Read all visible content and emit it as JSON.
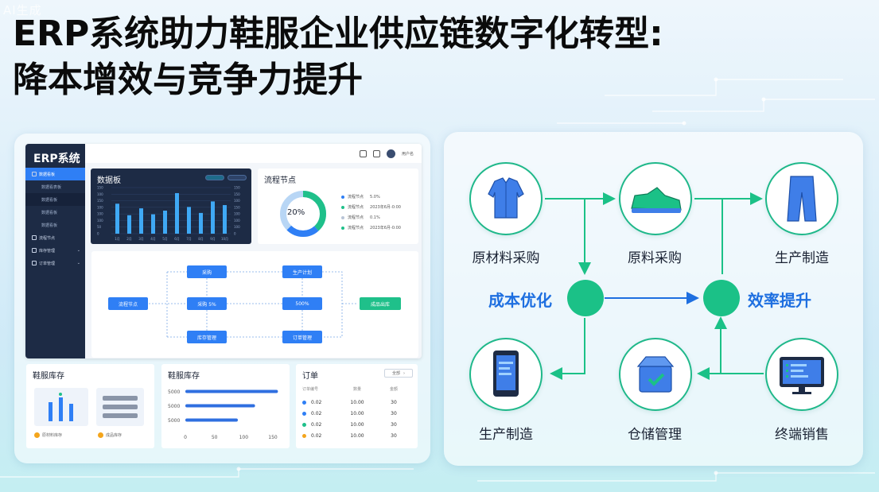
{
  "watermark": "AI生成",
  "title": {
    "line1": "ERP系统助力鞋服企业供应链数字化转型:",
    "line2": "降本增效与竞争力提升"
  },
  "erp": {
    "logo": "ERP系统",
    "sidebar": [
      {
        "label": "数据看板",
        "active": true
      },
      {
        "label": "数据看表板",
        "sub": true
      },
      {
        "label": "数据看板",
        "subsel": true
      },
      {
        "label": "数据看板",
        "sub": true
      },
      {
        "label": "数据看板",
        "sub": true
      },
      {
        "label": "流程节点"
      },
      {
        "label": "库存管理"
      },
      {
        "label": "订单管理"
      }
    ],
    "user": "用户名",
    "dashboard": {
      "title": "数据板",
      "bar_values": [
        65,
        40,
        55,
        42,
        50,
        88,
        58,
        45,
        70,
        62
      ],
      "bar_color": "#3fa9f5",
      "yticks_left": [
        "150",
        "100",
        "150",
        "100",
        "100",
        "100",
        "50",
        "0"
      ],
      "yticks_right": [
        "150",
        "150",
        "100",
        "150",
        "100",
        "100",
        "100",
        "0"
      ],
      "xticks": [
        "1月",
        "2月",
        "3月",
        "4月",
        "5月",
        "6月",
        "7月",
        "8月",
        "9月",
        "10月"
      ]
    },
    "flow_node": {
      "title": "流程节点",
      "percent": "20%",
      "legend": [
        {
          "label": "流程节点",
          "value": "5.0%",
          "color": "#2f7ff5"
        },
        {
          "label": "流程节点",
          "value": "2023年6月-0:00",
          "color": "#1fc08a"
        },
        {
          "label": "流程节点",
          "value": "0.1%",
          "color": "#b8c4d6"
        },
        {
          "label": "流程节点",
          "value": "2023年6月-0:00",
          "color": "#1fc08a"
        }
      ]
    },
    "process": {
      "start": "流程节点",
      "col1": [
        "采购",
        "采购 5%",
        "库存管理"
      ],
      "col2": [
        "生产计划",
        "500%",
        "订单管理"
      ],
      "end": "成品出库"
    },
    "inventory1": {
      "title": "鞋服库存",
      "footer1": "原材料库存",
      "footer2": "成品库存"
    },
    "inventory2": {
      "title": "鞋服库存",
      "rows": [
        {
          "label": "5000",
          "value": 0.97
        },
        {
          "label": "5000",
          "value": 0.73
        },
        {
          "label": "5000",
          "value": 0.55
        }
      ],
      "xticks": [
        "0",
        "50",
        "100",
        "150"
      ]
    },
    "orders": {
      "title": "订单",
      "button": "全部",
      "headers": [
        "订单编号",
        "数量",
        "金额"
      ],
      "rows": [
        {
          "id": "0.02",
          "qty": "10.00",
          "amount": "30",
          "color": "#2f7ff5"
        },
        {
          "id": "0.02",
          "qty": "10.00",
          "amount": "30",
          "color": "#2f7ff5"
        },
        {
          "id": "0.02",
          "qty": "10.00",
          "amount": "30",
          "color": "#1fc08a"
        },
        {
          "id": "0.02",
          "qty": "10.00",
          "amount": "30",
          "color": "#f4a51c"
        }
      ]
    }
  },
  "diagram": {
    "nodes": {
      "n1": "原材料采购",
      "n2": "原料采购",
      "n3": "生产制造",
      "n4": "生产制造",
      "n5": "仓储管理",
      "n6": "终端销售"
    },
    "hub_left": "成本优化",
    "hub_right": "效率提升",
    "accent": "#1bc187",
    "hub_text_color": "#1e6fe0"
  }
}
